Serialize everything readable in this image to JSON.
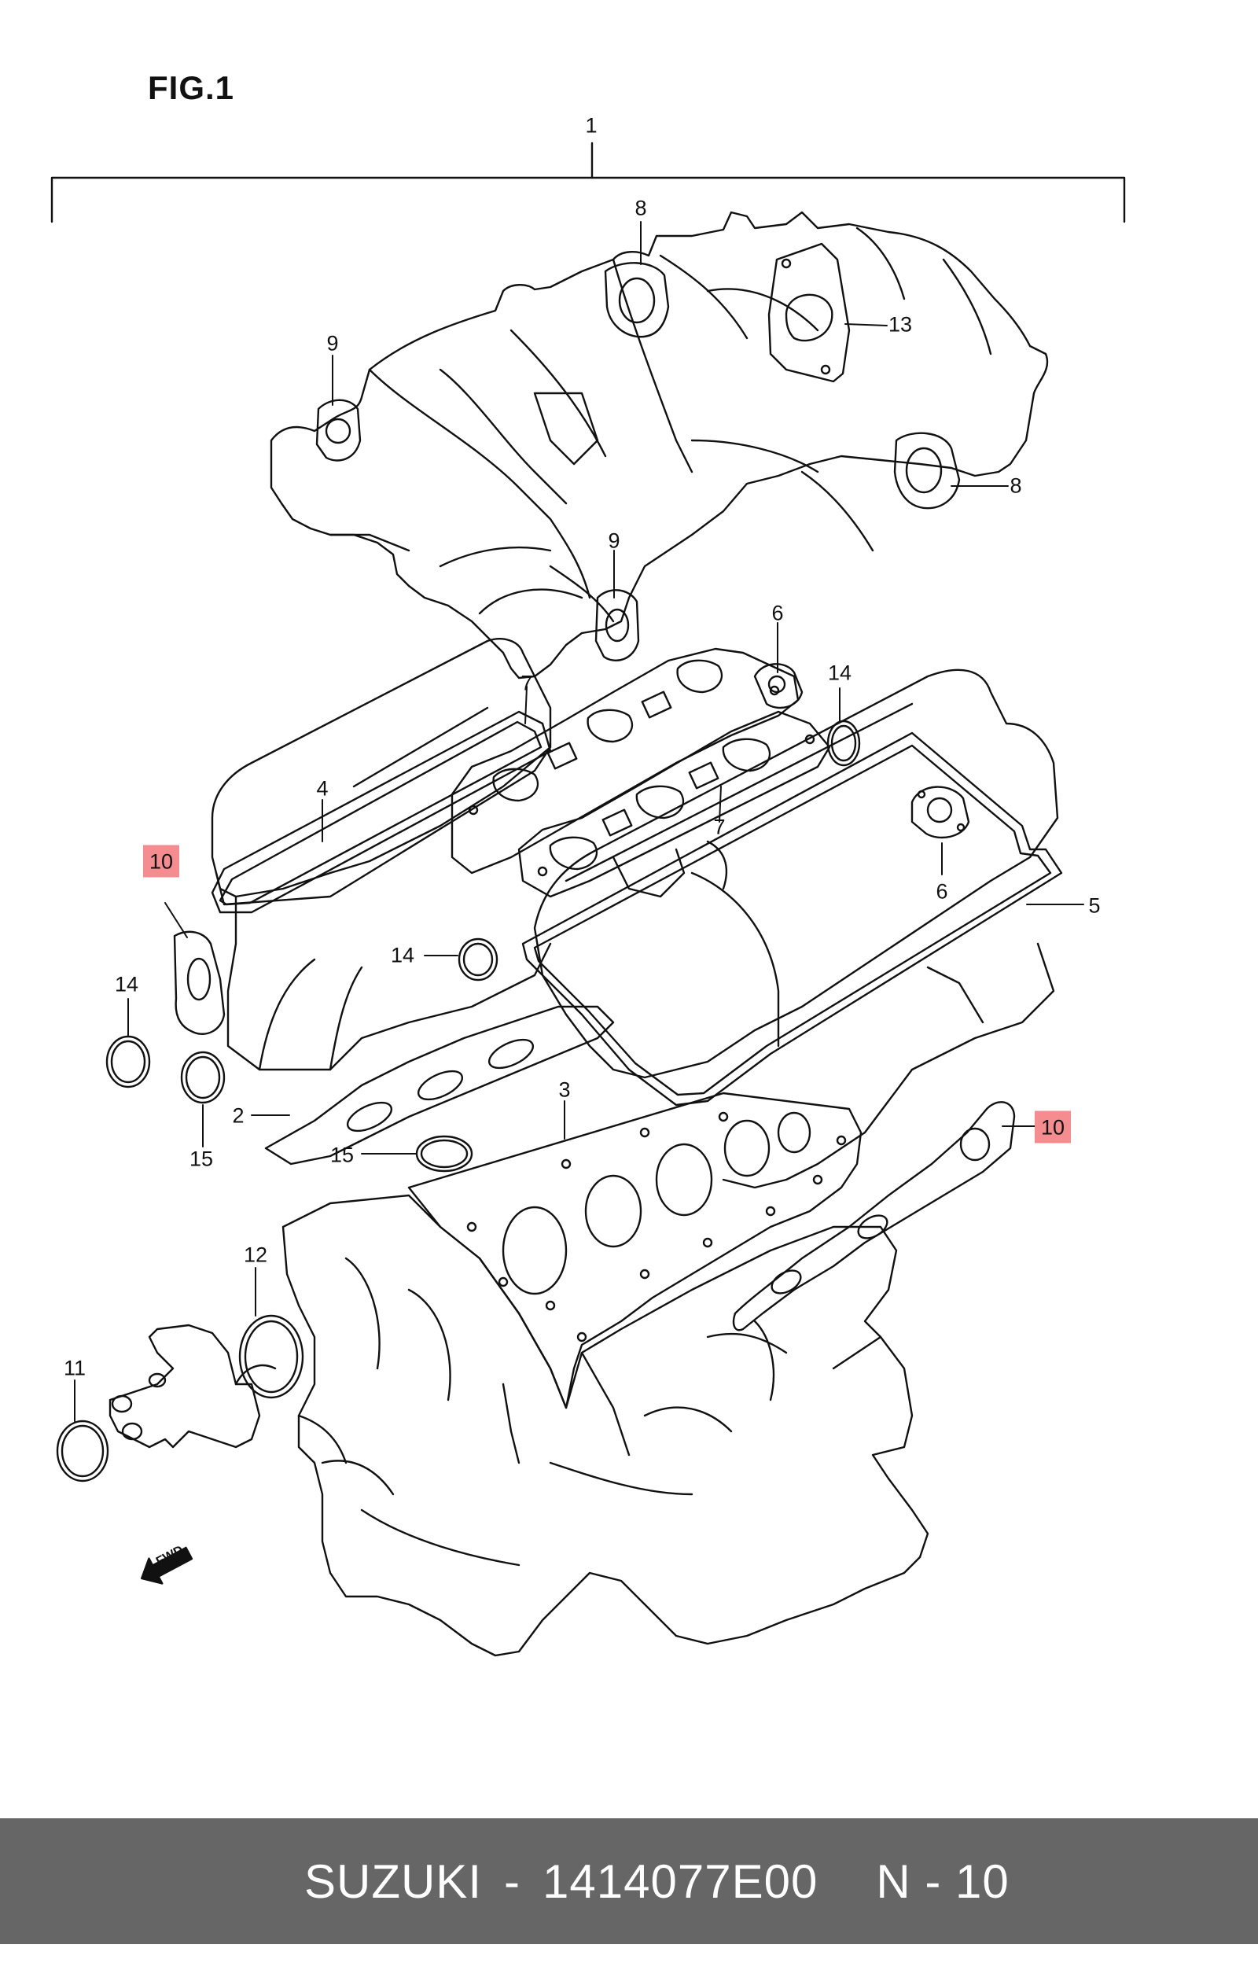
{
  "figure": {
    "title": "FIG.1"
  },
  "callouts": [
    {
      "id": "c1",
      "label": "1",
      "highlighted": false
    },
    {
      "id": "c8a",
      "label": "8",
      "highlighted": false
    },
    {
      "id": "c9a",
      "label": "9",
      "highlighted": false
    },
    {
      "id": "c13",
      "label": "13",
      "highlighted": false
    },
    {
      "id": "c8b",
      "label": "8",
      "highlighted": false
    },
    {
      "id": "c9b",
      "label": "9",
      "highlighted": false
    },
    {
      "id": "c6a",
      "label": "6",
      "highlighted": false
    },
    {
      "id": "c7a",
      "label": "7",
      "highlighted": false
    },
    {
      "id": "c14a",
      "label": "14",
      "highlighted": false
    },
    {
      "id": "c4",
      "label": "4",
      "highlighted": false
    },
    {
      "id": "c7b",
      "label": "7",
      "highlighted": false
    },
    {
      "id": "c10a",
      "label": "10",
      "highlighted": true
    },
    {
      "id": "c6b",
      "label": "6",
      "highlighted": false
    },
    {
      "id": "c5",
      "label": "5",
      "highlighted": false
    },
    {
      "id": "c14b",
      "label": "14",
      "highlighted": false
    },
    {
      "id": "c14c",
      "label": "14",
      "highlighted": false
    },
    {
      "id": "c2",
      "label": "2",
      "highlighted": false
    },
    {
      "id": "c3",
      "label": "3",
      "highlighted": false
    },
    {
      "id": "c15a",
      "label": "15",
      "highlighted": false
    },
    {
      "id": "c15b",
      "label": "15",
      "highlighted": false
    },
    {
      "id": "c10b",
      "label": "10",
      "highlighted": true
    },
    {
      "id": "c12",
      "label": "12",
      "highlighted": false
    },
    {
      "id": "c11",
      "label": "11",
      "highlighted": false
    }
  ],
  "fwd_label": "FWD",
  "footer": {
    "brand": "SUZUKI",
    "separator": "-",
    "part_number": "1414077E00",
    "ref": "N - 10"
  },
  "colors": {
    "highlight": "#f48c90",
    "footer_bg": "#666666",
    "footer_text": "#ffffff",
    "line": "#111111"
  }
}
